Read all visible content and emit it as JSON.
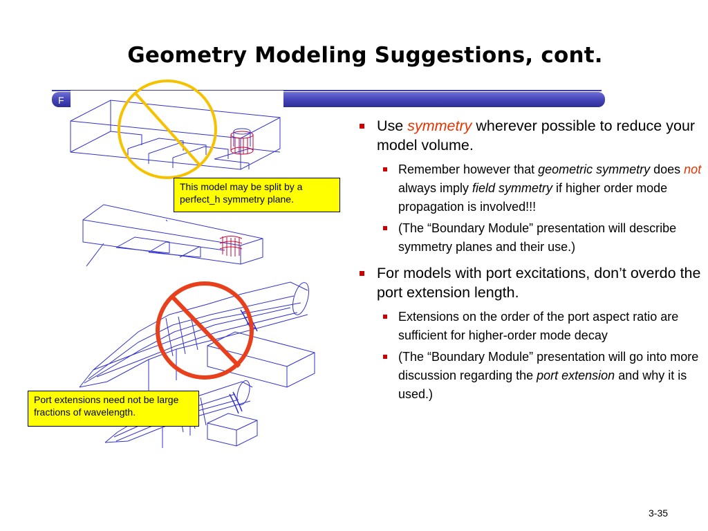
{
  "slide": {
    "title": "Geometry Modeling Suggestions, cont.",
    "title_bar_overlap_text": "F",
    "page_number": "3-35",
    "accent_color": "#4545b8",
    "bullet_color": "#cc0000",
    "emphasis_color": "#e63300",
    "callout_color": "#ffff00"
  },
  "callouts": {
    "symmetry": "This model may be split by a perfect_h symmetry plane.",
    "port_ext": "Port extensions need not be large fractions of wavelength."
  },
  "figures": {
    "top_prohibition": "prohibition-sign-yellow",
    "bottom_prohibition": "prohibition-sign-red"
  },
  "bullets": [
    {
      "pre": "Use ",
      "em": "symmetry",
      "post": " wherever possible to reduce your model volume.",
      "subs": [
        {
          "t1": "Remember however that ",
          "e1": "geometric symmetry",
          "t2": " does ",
          "e2": "not",
          "t3": " always imply ",
          "e3": "field symmetry",
          "t4": " if higher order mode propagation is involved!!!"
        },
        {
          "text": "(The “Boundary Module” presentation will describe symmetry planes and their use.)"
        }
      ]
    },
    {
      "text": "For models with port excitations, don’t overdo the port extension length.",
      "subs": [
        {
          "text": "Extensions on the order of the port aspect ratio are sufficient for higher-order mode decay"
        },
        {
          "t1": "(The “Boundary Module” presentation will go into more discussion regarding the ",
          "e1": "port extension",
          "t2": " and why it is used.)"
        }
      ]
    }
  ]
}
